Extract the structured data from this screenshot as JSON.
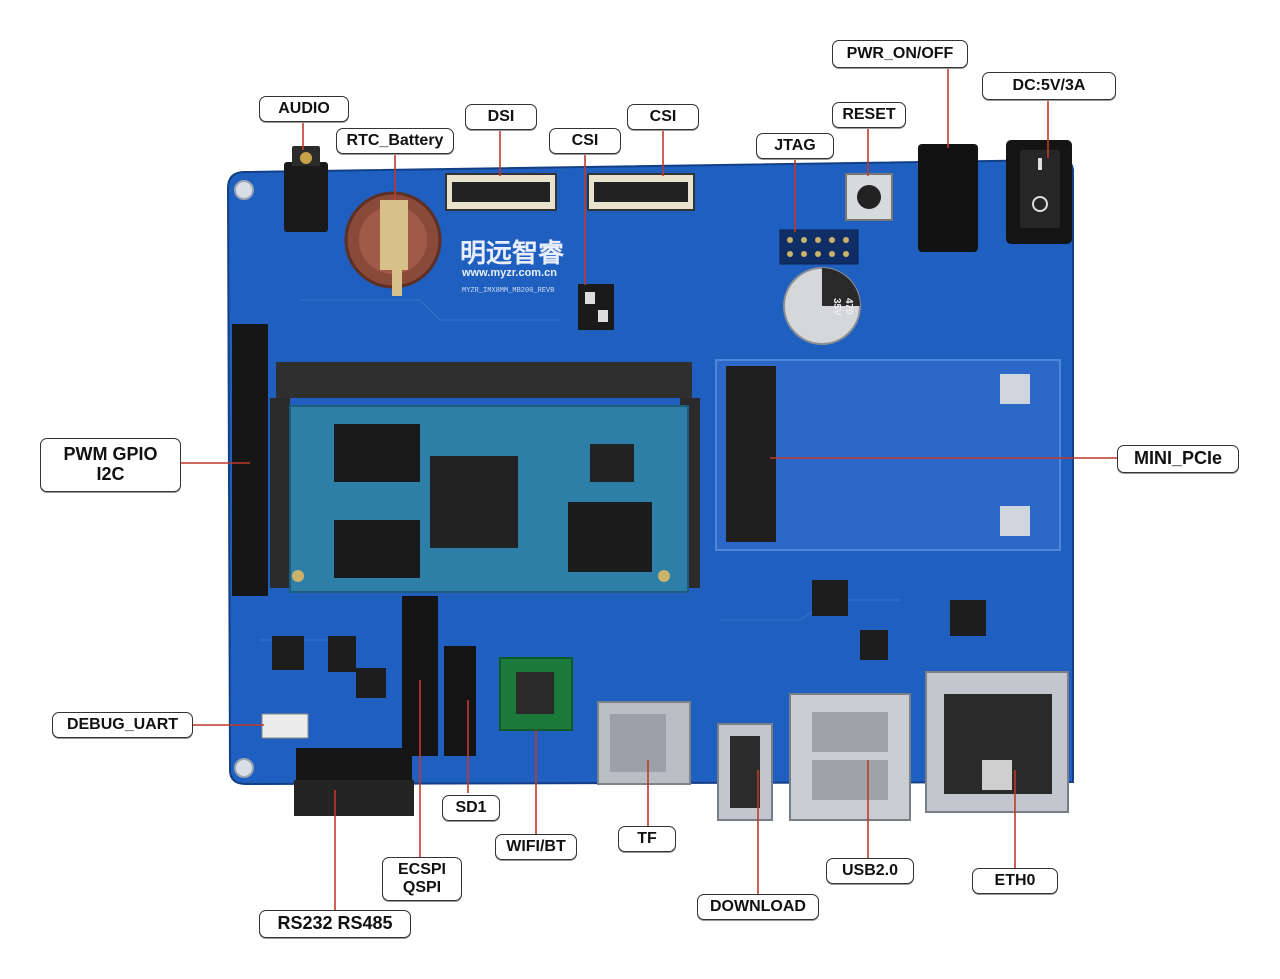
{
  "board": {
    "logo_text": "明远智睿",
    "website": "www.myzr.com.cn",
    "model": "MYZR_IMX8MM_MB200_REVB",
    "capacitor_value": "470",
    "capacitor_voltage": "35V",
    "colors": {
      "pcb": "#1f5fbf",
      "pcb_dark": "#164a9a",
      "callout_line": "#c0392b"
    }
  },
  "callouts": {
    "audio": "AUDIO",
    "rtc_battery": "RTC_Battery",
    "dsi": "DSI",
    "csi_left": "CSI",
    "csi_right": "CSI",
    "jtag": "JTAG",
    "reset": "RESET",
    "pwr_on_off": "PWR_ON/OFF",
    "dc_power": "DC:5V/3A",
    "mini_pcie": "MINI_PCIe",
    "pwm_gpio_i2c": "PWM GPIO\nI2C",
    "debug_uart": "DEBUG_UART",
    "sd1": "SD1",
    "wifi_bt": "WIFI/BT",
    "tf": "TF",
    "download": "DOWNLOAD",
    "usb2": "USB2.0",
    "eth0": "ETH0",
    "ecspi_qspi": "ECSPI\nQSPI",
    "rs232_rs485": "RS232 RS485"
  }
}
